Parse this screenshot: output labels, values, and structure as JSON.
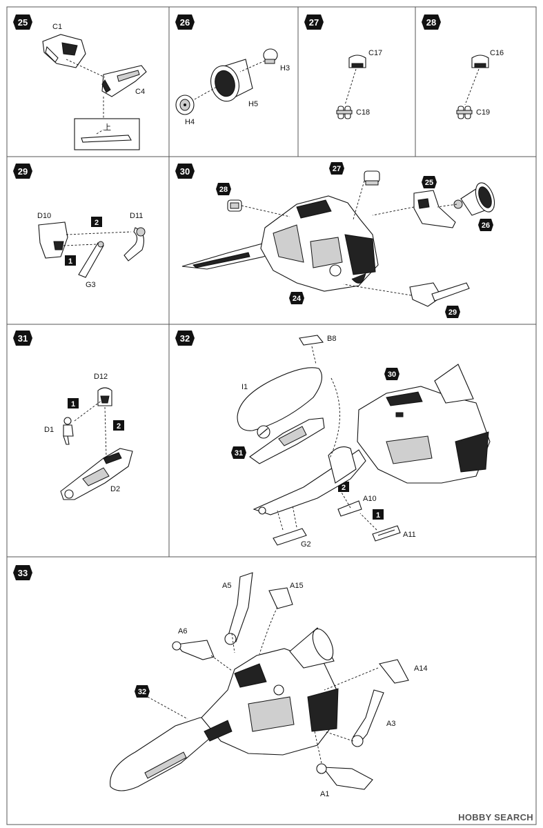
{
  "steps": [
    {
      "number": "25",
      "labels": [
        "C1",
        "C4"
      ],
      "inset_label": "上"
    },
    {
      "number": "26",
      "labels": [
        "H3",
        "H5",
        "H4"
      ]
    },
    {
      "number": "27",
      "labels": [
        "C17",
        "C18"
      ]
    },
    {
      "number": "28",
      "labels": [
        "C16",
        "C19"
      ]
    },
    {
      "number": "29",
      "labels": [
        "D10",
        "D11",
        "G3"
      ],
      "order": [
        "2",
        "1"
      ]
    },
    {
      "number": "30",
      "callouts": [
        "27",
        "25",
        "28",
        "26",
        "24",
        "29"
      ]
    },
    {
      "number": "31",
      "labels": [
        "D12",
        "D1",
        "D2"
      ],
      "order": [
        "1",
        "2"
      ]
    },
    {
      "number": "32",
      "labels": [
        "B8",
        "I1",
        "A10",
        "A11",
        "G2"
      ],
      "order": [
        "2",
        "1"
      ],
      "callouts": [
        "30",
        "31"
      ]
    },
    {
      "number": "33",
      "labels": [
        "A5",
        "A15",
        "A6",
        "A14",
        "A3",
        "A1"
      ],
      "callouts": [
        "32"
      ]
    }
  ],
  "watermark": "HOBBY SEARCH"
}
